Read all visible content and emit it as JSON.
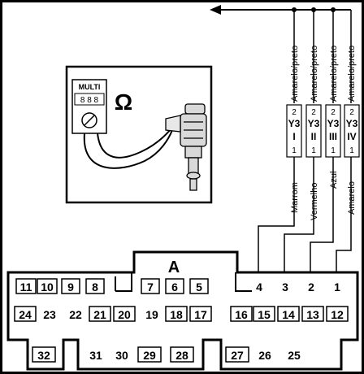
{
  "meter": {
    "brand": "MULTI",
    "display": "8 8 8",
    "ohm_symbol": "Ω",
    "icon": "multimeter-icon",
    "probe_icon": "fuel-injector-icon"
  },
  "connector": {
    "label": "A",
    "pins_row1": [
      "11",
      "10",
      "9",
      "8",
      "7",
      "6",
      "5"
    ],
    "pins_row1_top": [
      "4",
      "3",
      "2",
      "1"
    ],
    "pins_row2": [
      "24",
      "23",
      "22",
      "21",
      "20",
      "19",
      "18",
      "17",
      "16",
      "15",
      "14",
      "13",
      "12"
    ],
    "pins_row3": [
      "32",
      "31",
      "30",
      "29",
      "28",
      "27",
      "26",
      "25"
    ]
  },
  "injectors": [
    {
      "name": "Y3",
      "roman": "I",
      "top_pin": "2",
      "bottom_pin": "1",
      "top_wire": "Amarelo/preto",
      "bottom_wire": "Marrom"
    },
    {
      "name": "Y3",
      "roman": "II",
      "top_pin": "2",
      "bottom_pin": "1",
      "top_wire": "Amarelo/preto",
      "bottom_wire": "Vermelho"
    },
    {
      "name": "Y3",
      "roman": "III",
      "top_pin": "2",
      "bottom_pin": "1",
      "top_wire": "Amarelo/preto",
      "bottom_wire": "Azul"
    },
    {
      "name": "Y3",
      "roman": "IV",
      "top_pin": "2",
      "bottom_pin": "1",
      "top_wire": "Amarelo/preto",
      "bottom_wire": "Amarelo"
    }
  ]
}
